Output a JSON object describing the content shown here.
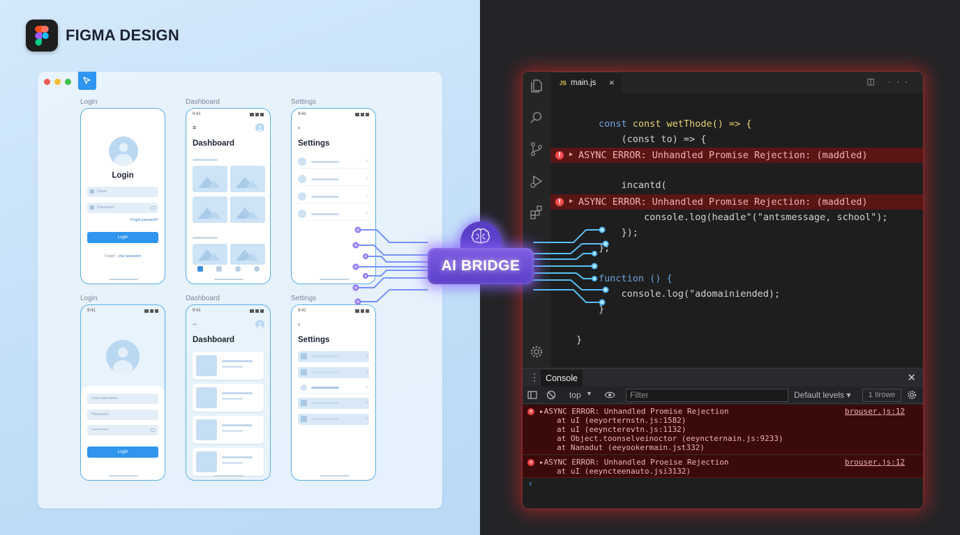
{
  "figma": {
    "title": "FIGMA DESIGN",
    "frames": [
      {
        "label": "Login",
        "title": "Login",
        "email_placeholder": "Email",
        "password_placeholder": "Password",
        "forgot_link": "Forgot password?",
        "button": "Login",
        "footer_muted": "Forgot",
        "footer_link": "your password"
      },
      {
        "label": "Dashboard",
        "time": "9:41",
        "title": "Dashboard"
      },
      {
        "label": "Settings",
        "time": "9:41",
        "title": "Settings"
      },
      {
        "label": "Login",
        "time": "9:41",
        "username_placeholder": "User username",
        "password_placeholder": "Password",
        "password_masked": "•••••••••••••",
        "button": "Login"
      },
      {
        "label": "Dashboard",
        "time": "9:41",
        "title": "Dashboard"
      },
      {
        "label": "Settings",
        "time": "9:41",
        "title": "Settings"
      }
    ]
  },
  "bridge": {
    "label": "AI BRIDGE"
  },
  "editor": {
    "tab": {
      "lang": "JS",
      "name": "main.js",
      "close": "×"
    },
    "actions": "◫ ···",
    "code_lines": [
      "const wetThode() => {",
      "    (const to) => {",
      "    incantd(",
      "        console.log(headle\"(\"antsmessage, school\");",
      "    });",
      "};",
      "function () {",
      "    console.log(\"adomainiended);",
      "}",
      "}"
    ],
    "inline_errors": [
      "ASYNC ERROR: Unhandled Promise Rejection: (maddled)",
      "ASYNC ERROR: Unhandled Promise Rejection: (maddled)"
    ]
  },
  "console": {
    "tab": "Console",
    "context": "top",
    "filter_placeholder": "Filter",
    "levels": "Default levels ▾",
    "issues": "1 Ilrowe",
    "logs": [
      {
        "message": "▸ASYNC ERROR: Unhandled Promise Rejection",
        "source": "brouser.js:12",
        "stack": [
          "at uI (eeyorternstn.js:1582)",
          "at uI (eeyncterevtn.js:1132)",
          "at Object.toonselveinoctor (eeyncternain.js:9233)",
          "at Nanadut (eeyookermain.jst332)"
        ]
      },
      {
        "message": "▸ASYNC ERROR: Unhandled Proeise Rejection",
        "source": "brouser.js:12",
        "stack": [
          "at uI (eeyncteenauto.jsi3132)"
        ]
      }
    ],
    "prompt": "›"
  }
}
